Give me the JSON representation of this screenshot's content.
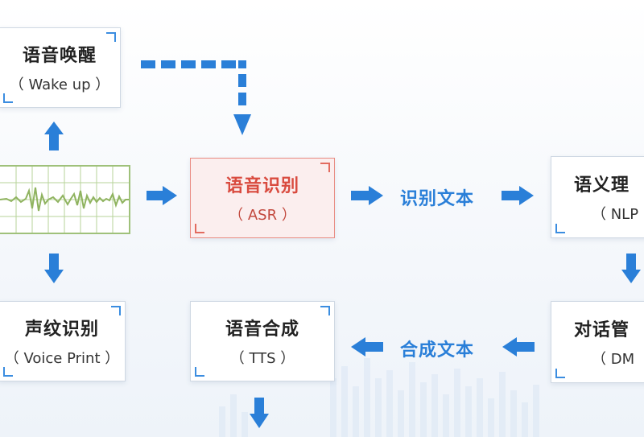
{
  "nodes": {
    "wake": {
      "title": "语音唤醒",
      "subtitle": "（ Wake up ）"
    },
    "asr": {
      "title": "语音识别",
      "subtitle": "（ ASR ）"
    },
    "nlp": {
      "title": "语义理",
      "subtitle": "（ NLP"
    },
    "dm": {
      "title": "对话管",
      "subtitle": "（ DM"
    },
    "tts": {
      "title": "语音合成",
      "subtitle": "（ TTS ）"
    },
    "voiceprint": {
      "title": "声纹识别",
      "subtitle": "（ Voice Print ）"
    }
  },
  "flow_labels": {
    "recognized_text": "识别文本",
    "synth_text": "合成文本"
  },
  "icons": {
    "waveform": "audio-waveform-icon",
    "arrow": "arrow-icon"
  },
  "colors": {
    "accent_blue": "#2a7fd8",
    "asr_red": "#d94b3f",
    "wave_green": "#9fc17a"
  }
}
